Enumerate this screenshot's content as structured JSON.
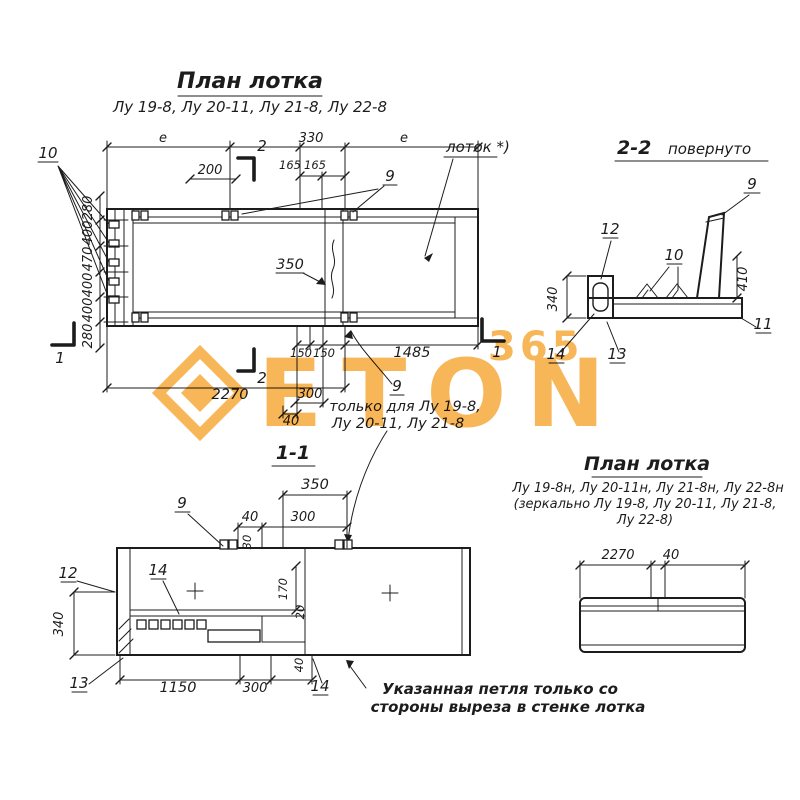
{
  "meta": {
    "background": "#ffffff",
    "ink": "#1c1c1c",
    "accent": "#f5a42c"
  },
  "watermark": {
    "brand": "ETON",
    "number": "365"
  },
  "main_plan": {
    "title": "План лотка",
    "subtitle": "Лу 19-8, Лу 20-11, Лу 21-8, Лу 22-8",
    "callouts": {
      "c10": "10",
      "c9_top": "9",
      "c9_bottom": "9",
      "lotok": "лоток *)"
    },
    "sections": {
      "s2_top": "2",
      "s2_bottom": "2",
      "s1_left": "1",
      "s1_right": "1"
    },
    "dims": {
      "e_left": "e",
      "d200": "200",
      "d330": "330",
      "d165a": "165",
      "d165b": "165",
      "e_right": "e",
      "v280a": "280",
      "v400a": "400",
      "v470": "470",
      "v400b": "400",
      "v400c": "400",
      "v280b": "280",
      "d350": "350",
      "d150a": "150",
      "d150b": "150",
      "d1485": "1485",
      "d2270": "2270",
      "d300": "300",
      "d40": "40"
    },
    "note": {
      "line1": "только для Лу 19-8,",
      "line2": "Лу 20-11, Лу 21-8"
    }
  },
  "section_2_2": {
    "title": "2-2",
    "title_suffix": "повернуто",
    "callouts": {
      "c9": "9",
      "c10": "10",
      "c11": "11",
      "c12": "12",
      "c13": "13",
      "c14": "14"
    },
    "dims": {
      "v340": "340",
      "v410": "410"
    }
  },
  "section_1_1": {
    "title": "1-1",
    "callouts": {
      "c9": "9",
      "c12": "12",
      "c13": "13",
      "c14_left": "14",
      "c14_bottom": "14"
    },
    "dims": {
      "d350": "350",
      "d40_top": "40",
      "d300_top": "300",
      "d30": "30",
      "v170": "170",
      "v20": "20",
      "v340": "340",
      "d1150": "1150",
      "d300_bottom": "300",
      "v40": "40"
    }
  },
  "mirror_plan": {
    "title": "План лотка",
    "subtitle1": "Лу 19-8н, Лу 20-11н, Лу 21-8н, Лу 22-8н",
    "subtitle2": "(зеркально Лу 19-8, Лу 20-11, Лу 21-8,",
    "subtitle3": "Лу 22-8)",
    "dims": {
      "d2270": "2270",
      "d40": "40"
    }
  },
  "footnote": {
    "line1": "Указанная петля только со",
    "line2": "стороны выреза в стенке лотка"
  }
}
